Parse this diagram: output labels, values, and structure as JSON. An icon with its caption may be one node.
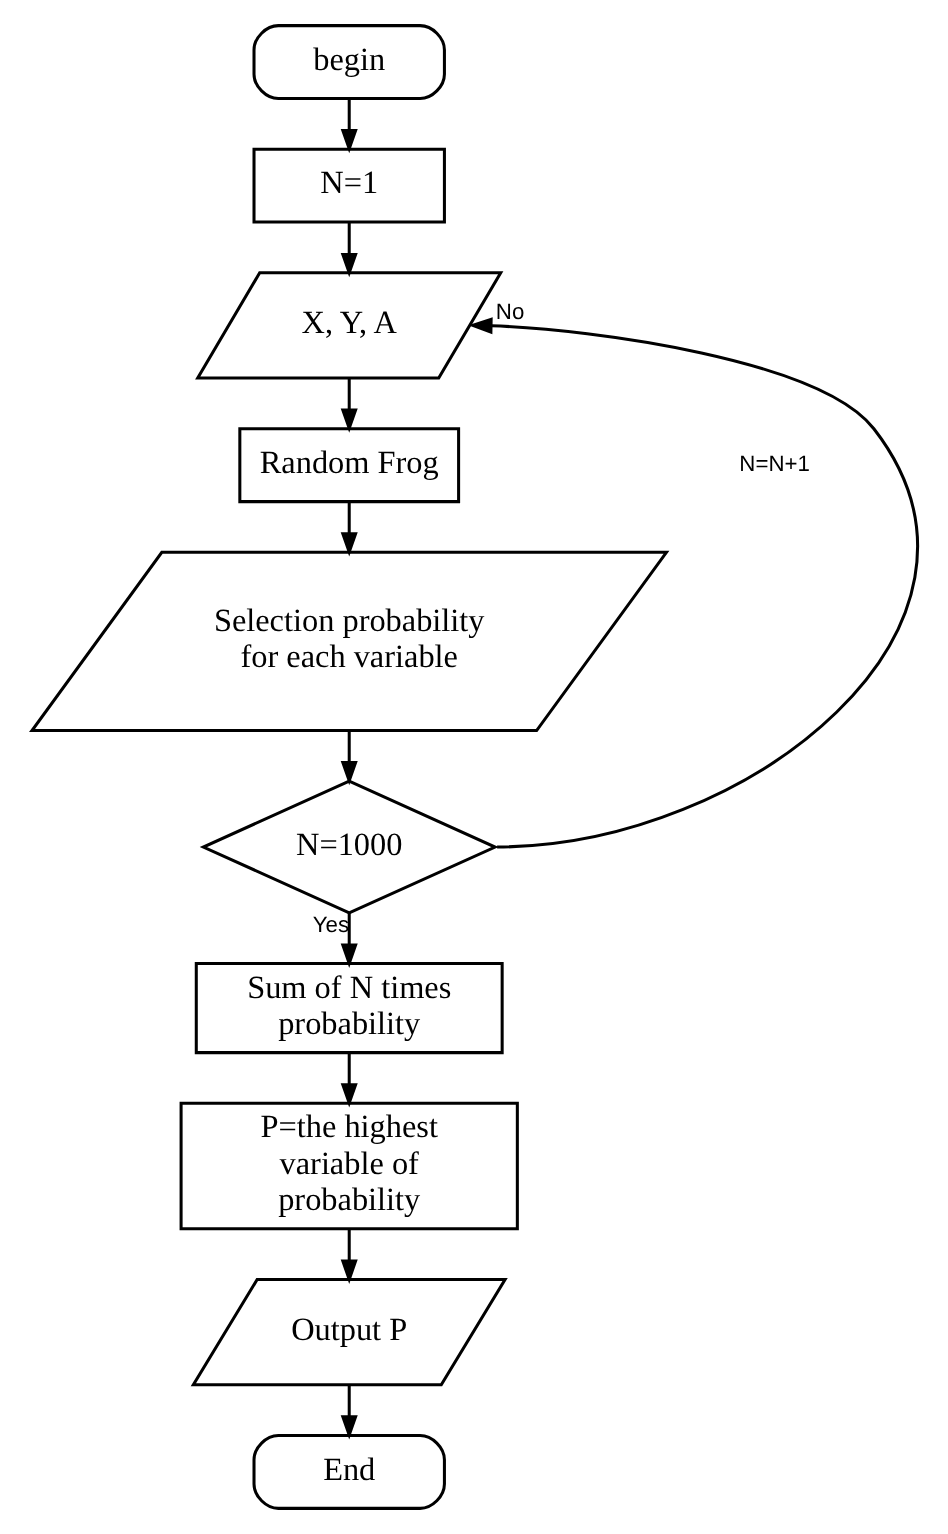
{
  "diagram": {
    "nodes": [
      {
        "text": [
          "begin"
        ]
      },
      {
        "text": [
          "N=1"
        ]
      },
      {
        "text": [
          "X, Y, A"
        ]
      },
      {
        "text": [
          "Random Frog"
        ]
      },
      {
        "text": [
          "Selection probability for each variable"
        ]
      },
      {
        "text": [
          "N=1000"
        ]
      },
      {
        "text": [
          "Sum of N times probability"
        ]
      },
      {
        "text": [
          "P=the highest variable of probability"
        ]
      },
      {
        "text": [
          "Output P"
        ]
      },
      {
        "text": [
          "End"
        ]
      }
    ],
    "edges": [
      {
        "from": 0,
        "to": 1,
        "arrow": "to"
      },
      {
        "from": 1,
        "to": 2,
        "arrow": "to"
      },
      {
        "from": 2,
        "to": 3,
        "arrow": "to"
      },
      {
        "from": 3,
        "to": 4,
        "arrow": "to"
      },
      {
        "from": 4,
        "to": 5,
        "arrow": "to"
      },
      {
        "from": 5,
        "to": 2,
        "arrow": "to",
        "label": "No"
      },
      {
        "from": 5,
        "to": 6,
        "arrow": "to",
        "label": "Yes"
      },
      {
        "from": 6,
        "to": 7,
        "arrow": "to"
      },
      {
        "from": 7,
        "to": 8,
        "arrow": "to"
      },
      {
        "from": 8,
        "to": 9,
        "arrow": "to"
      }
    ],
    "labels": [
      "N=N+1"
    ]
  }
}
